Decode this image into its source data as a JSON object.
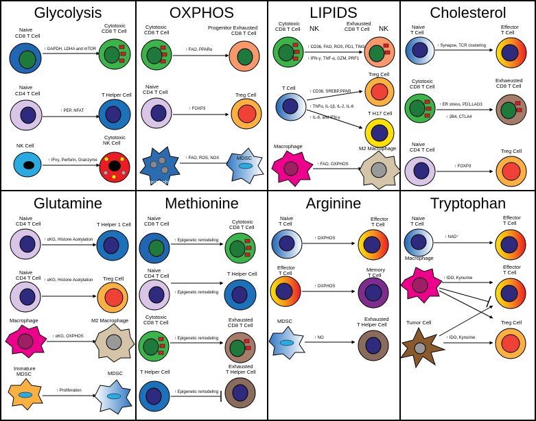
{
  "panels": {
    "glycolysis": {
      "title": "Glycolysis",
      "r1_src": "Naive",
      "r1_src2": "CD8 T Cell",
      "r1_dst": "Cytotoxic",
      "r1_dst2": "CD8 T Cell",
      "r1_ann": "GAPDH, LDHA and mTOR",
      "r2_src": "Naive",
      "r2_src2": "CD4 T Cell",
      "r2_dst": "T Helper  Cell",
      "r2_ann": "PEP, NFAT",
      "r3_src": "NK Cell",
      "r3_dst": "Cytotoxic",
      "r3_dst2": "NK Cell",
      "r3_ann": "IFnγ, Perforin, Granzyme"
    },
    "oxphos": {
      "title": "OXPHOS",
      "r1_src": "Cytotoxic",
      "r1_src2": "CD8 T Cell",
      "r1_dst": "Progenitor Exhausted",
      "r1_dst2": "CD8 T Cell",
      "r1_ann": "FAO, PPARα",
      "r2_src": "Naive",
      "r2_src2": "CD4 T Cell",
      "r2_dst": "Treg Cell",
      "r2_ann": "FOXP3",
      "r3_src": "Neutrophil",
      "r3_dst": "MDSC",
      "r3_ann": "FAO, ROS, NOX"
    },
    "lipids": {
      "title": "LIPIDS",
      "r1_src": "Cytotoxic",
      "r1_src2": "CD8 T Cell",
      "r1_src_nk": "NK",
      "r1_dst": "Exhausted",
      "r1_dst2": "CD8 T Cell",
      "r1_dst_nk": "NK",
      "r1_ann1": "CD36, FAO, ROS, PD1, TIM3",
      "r1_ann2": "IFN-γ, TNF-α, GZM, PRF1",
      "r2_src": "T Cell",
      "r2_dst_a": "Treg Cell",
      "r2_dst_b": "T H17  Cell",
      "r2_ann1": "CD36, SREBP,PPAR",
      "r2_ann2": "TNFα, IL-1β, IL-2, IL-6",
      "r2_ann3": "IL-8, and IFN-γ",
      "r3_src": "Macrophage",
      "r3_dst": "M2 Macrophage",
      "r3_ann": "FAO, OXPHOS"
    },
    "cholesterol": {
      "title": "Cholesterol",
      "r1_src": "Naive",
      "r1_src2": "T Cell",
      "r1_dst": "Effector",
      "r1_dst2": "T Cell",
      "r1_ann": "Synapse, TCR clustering",
      "r2_src": "Cytotoxic",
      "r2_src2": "CD8 T Cell",
      "r2_dst": "Exhaeusted",
      "r2_dst2": "CD8 T Cell",
      "r2_ann1": "ER stress, PD1,LAG3",
      "r2_ann2": "2B4, CTLA4",
      "r3_src": "Naive",
      "r3_src2": "CD4 T Cell",
      "r3_dst": "Treg Cell",
      "r3_ann": "FOXP3"
    },
    "glutamine": {
      "title": "Glutamine",
      "r1_src": "Naive",
      "r1_src2": "CD4 T Cell",
      "r1_dst": "T Helper 1 Cell",
      "r1_ann": "αKG, Histone Acetylation",
      "r2_src": "Naive",
      "r2_src2": "CD4 T Cell",
      "r2_dst": "Treg Cell",
      "r2_ann": "αKG, Histone Acetylation",
      "r3_src": "Macrophage",
      "r3_dst": "M2 Macrophage",
      "r3_ann": "αKG, OXPHOS",
      "r4_src": "Immature",
      "r4_src2": "MDSC",
      "r4_dst": "MDSC",
      "r4_ann": "Proliferation"
    },
    "methionine": {
      "title": "Methionine",
      "r1_src": "Naive",
      "r1_src2": "CD8 T Cell",
      "r1_dst": "Cytotoxic",
      "r1_dst2": "CD8 T Cell",
      "r1_ann": "Epigenetic remodeling",
      "r2_src": "Naive",
      "r2_src2": "CD4 T Cell",
      "r2_dst": "T Helper  Cell",
      "r2_ann": "Epigenetic remodeling",
      "r3_src": "Cytotoxic",
      "r3_src2": "CD8 T Cell",
      "r3_dst": "Exhausted",
      "r3_dst2": "CD8 T Cell",
      "r3_ann": "Epigenetic remodeling",
      "r4_src": "T Helper  Cell",
      "r4_dst": "Exhausted",
      "r4_dst2": "T Helper  Cell",
      "r4_ann": "Epigenetic remodeling"
    },
    "arginine": {
      "title": "Arginine",
      "r1_src": "Naive",
      "r1_src2": "T Cell",
      "r1_dst": "Effector",
      "r1_dst2": "T Cell",
      "r1_ann": "OXPHOS",
      "r2_src": "Effector",
      "r2_src2": "T Cell",
      "r2_dst": "Memory",
      "r2_dst2": "T Cell",
      "r2_ann": "OXPHOS",
      "r3_src": "MDSC",
      "r3_dst": "Exhausted",
      "r3_dst2": "T Helper  Cell",
      "r3_ann": "NO"
    },
    "tryptophan": {
      "title": "Tryptophan",
      "r1_src": "Naive",
      "r1_src2": "T Cell",
      "r1_dst": "Effector",
      "r1_dst2": "T Cell",
      "r1_ann": "NAD⁺",
      "r2_src": "Macrophage",
      "r2_dst": "Effector",
      "r2_dst2": "T Cell",
      "r2_ann": "IDO, Kynurine",
      "r3_src": "Tumor Cell",
      "r3_dst": "Treg Cell",
      "r3_ann": "IDO, Kynurine"
    }
  },
  "colors": {
    "naive_cd8": "#1f66b3",
    "cytotoxic": "#39b54a",
    "nucleus_dark": "#2e2a7e",
    "nucleus_green": "#1e7a3a",
    "naive_cd4": "#d9c6e6",
    "helper": "#1c72ba",
    "treg_outer": "#fbb040",
    "treg_inner": "#ef4136",
    "exhausted_brown": "#a57c6a",
    "nk": "#29aae1",
    "magenta": "#ec008c",
    "m2": "#d4c5a8",
    "mdsc_light": "#c7dff3",
    "neutrophil": "#2b6cb0",
    "memory": "#7f2c8f",
    "th17_yellow": "#ffe100",
    "tumor": "#8b5a2b",
    "salmon": "#f7976a"
  }
}
